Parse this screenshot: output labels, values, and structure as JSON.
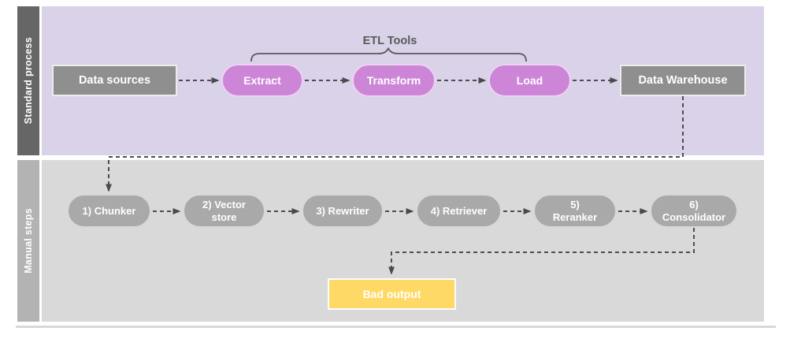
{
  "lanes": {
    "standard": {
      "label": "Standard process"
    },
    "manual": {
      "label": "Manual steps"
    }
  },
  "standard": {
    "data_sources": "Data sources",
    "etl_group_label": "ETL Tools",
    "extract": "Extract",
    "transform": "Transform",
    "load": "Load",
    "data_warehouse": "Data Warehouse"
  },
  "manual": {
    "steps": [
      {
        "label": "1) Chunker"
      },
      {
        "label": "2) Vector store"
      },
      {
        "label": "3) Rewriter"
      },
      {
        "label": "4) Retriever"
      },
      {
        "label": "5) Reranker"
      },
      {
        "label": "6) Consolidator"
      }
    ],
    "bad_output": "Bad output"
  },
  "colors": {
    "lane_standard_bg": "#d9d2e9",
    "lane_standard_bar": "#666666",
    "lane_manual_bg": "#d9d9d9",
    "lane_manual_bar": "#b3b3b3",
    "process_box": "#8f8f8f",
    "etl_pill": "#cd85d8",
    "manual_pill": "#a9a9a9",
    "bad_output_box": "#ffd966",
    "connector": "#4d4d4d"
  }
}
